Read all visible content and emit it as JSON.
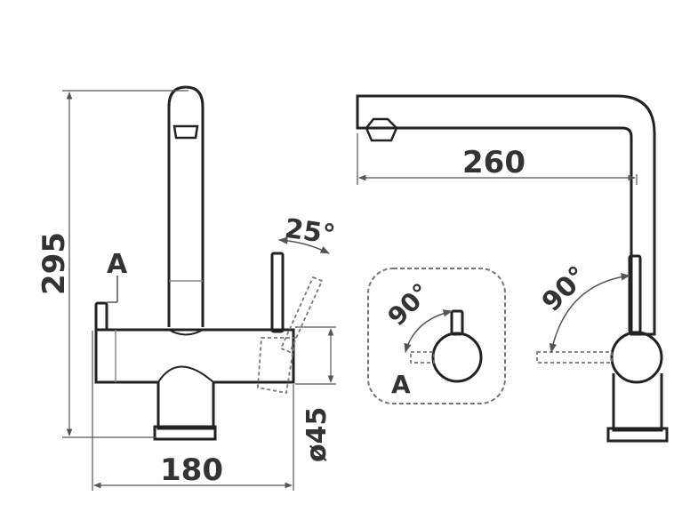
{
  "diagram": {
    "front_view": {
      "height_label": "295",
      "width_label": "180",
      "diameter_label": "ø45",
      "angle_label": "25°",
      "marker_label": "A"
    },
    "side_view": {
      "reach_label": "260",
      "angle_label": "90°"
    },
    "detail_view": {
      "angle_label": "90°",
      "marker_label": "A"
    },
    "colors": {
      "outline": "#222222",
      "dimension_line": "#555555",
      "dashed": "#777777"
    }
  }
}
